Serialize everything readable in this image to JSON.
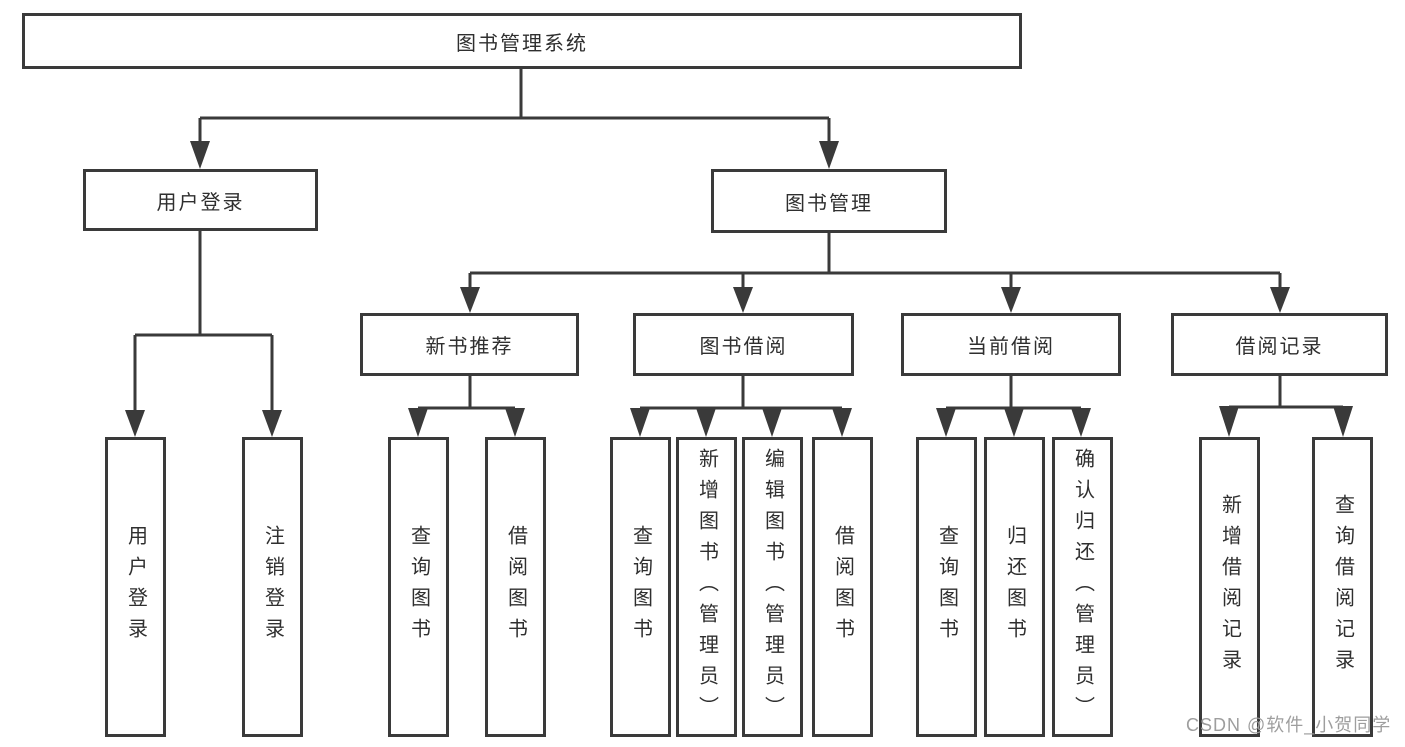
{
  "root": {
    "label": "图书管理系统"
  },
  "level2": [
    {
      "label": "用户登录",
      "parent": "图书管理系统"
    },
    {
      "label": "图书管理",
      "parent": "图书管理系统"
    }
  ],
  "level3": [
    {
      "label": "新书推荐",
      "parent": "图书管理"
    },
    {
      "label": "图书借阅",
      "parent": "图书管理"
    },
    {
      "label": "当前借阅",
      "parent": "图书管理"
    },
    {
      "label": "借阅记录",
      "parent": "图书管理"
    }
  ],
  "leaves": [
    {
      "label": "用户登录",
      "parent": "用户登录"
    },
    {
      "label": "注销登录",
      "parent": "用户登录"
    },
    {
      "label": "查询图书",
      "parent": "新书推荐"
    },
    {
      "label": "借阅图书",
      "parent": "新书推荐"
    },
    {
      "label": "查询图书",
      "parent": "图书借阅"
    },
    {
      "label": "新增图书（管理员）",
      "parent": "图书借阅"
    },
    {
      "label": "编辑图书（管理员）",
      "parent": "图书借阅"
    },
    {
      "label": "借阅图书",
      "parent": "图书借阅"
    },
    {
      "label": "查询图书",
      "parent": "当前借阅"
    },
    {
      "label": "归还图书",
      "parent": "当前借阅"
    },
    {
      "label": "确认归还（管理员）",
      "parent": "当前借阅"
    },
    {
      "label": "新增借阅记录",
      "parent": "借阅记录"
    },
    {
      "label": "查询借阅记录",
      "parent": "借阅记录"
    }
  ],
  "watermark": {
    "text": "CSDN @软件_小贺同学"
  },
  "colors": {
    "line": "#3a3a3a",
    "text": "#2f2f2f",
    "watermark": "#9e9e9e",
    "background": "#ffffff"
  }
}
